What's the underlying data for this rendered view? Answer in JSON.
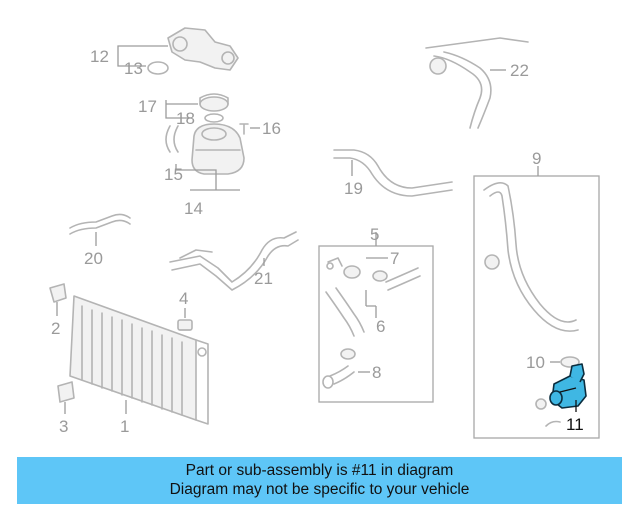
{
  "diagram": {
    "callouts": {
      "c1": "1",
      "c2": "2",
      "c3": "3",
      "c4": "4",
      "c5": "5",
      "c6": "6",
      "c7": "7",
      "c8": "8",
      "c9": "9",
      "c10": "10",
      "c11": "11",
      "c12": "12",
      "c13": "13",
      "c14": "14",
      "c15": "15",
      "c16": "16",
      "c17": "17",
      "c18": "18",
      "c19": "19",
      "c20": "20",
      "c21": "21",
      "c22": "22"
    },
    "highlighted_part": "11",
    "highlight_color": "#3fb7e3"
  },
  "banner": {
    "line1": "Part or sub-assembly is #11 in diagram",
    "line2": "Diagram may not be specific to your vehicle",
    "background": "#5ec6f7"
  }
}
